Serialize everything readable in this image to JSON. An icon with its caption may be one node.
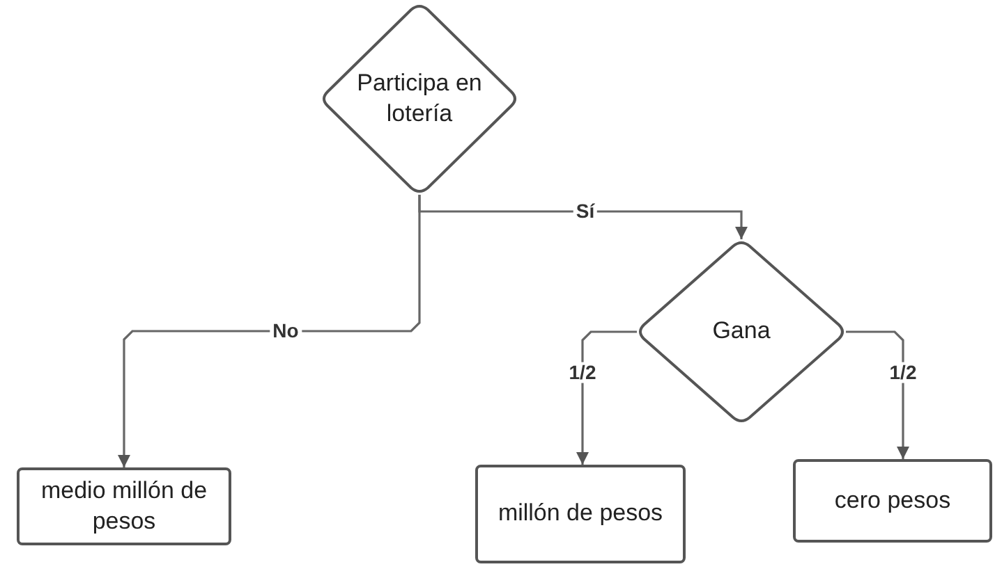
{
  "diagram": {
    "nodes": [
      {
        "text": [
          "Participa en lotería"
        ]
      },
      {
        "text": [
          "Gana"
        ]
      },
      {
        "text": [
          "medio millón de pesos"
        ]
      },
      {
        "text": [
          "millón de pesos"
        ]
      },
      {
        "text": [
          "cero pesos"
        ]
      }
    ],
    "edges": [
      {
        "from": 0,
        "to": 1,
        "arrow": "to",
        "label": "Sí"
      },
      {
        "from": 0,
        "to": 2,
        "arrow": "to",
        "label": "No"
      },
      {
        "from": 1,
        "to": 3,
        "arrow": "to",
        "label": "1/2"
      },
      {
        "from": 1,
        "to": 4,
        "arrow": "to",
        "label": "1/2"
      }
    ]
  }
}
